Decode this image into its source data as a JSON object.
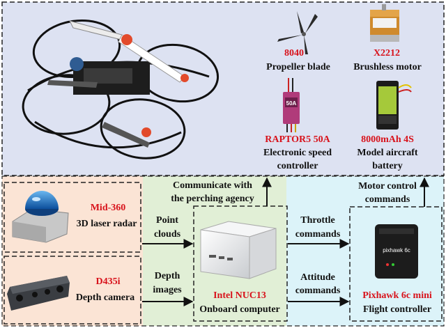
{
  "components": {
    "propeller": {
      "model": "8040",
      "name": "Propeller blade"
    },
    "motor": {
      "model": "X2212",
      "name": "Brushless motor"
    },
    "esc": {
      "model": "RAPTOR5 50A",
      "name_line1": "Electronic speed",
      "name_line2": "controller",
      "label_on_esc": "50A"
    },
    "battery": {
      "model": "8000mAh 4S",
      "name_line1": "Model aircraft",
      "name_line2": "battery"
    }
  },
  "sensors": {
    "lidar": {
      "model": "Mid-360",
      "name": "3D laser radar"
    },
    "camera": {
      "model": "D435i",
      "name": "Depth camera"
    }
  },
  "computer": {
    "model": "Intel NUC13",
    "name": "Onboard computer"
  },
  "flight_controller": {
    "model": "Pixhawk 6c mini",
    "name": "Flight controller",
    "brand_text": "pixhawk 6c"
  },
  "arrows": {
    "point_clouds": [
      "Point",
      "clouds"
    ],
    "depth_images": [
      "Depth",
      "images"
    ],
    "throttle": [
      "Throttle",
      "commands"
    ],
    "attitude": [
      "Attitude",
      "commands"
    ],
    "communicate": [
      "Communicate with",
      "the perching agency"
    ],
    "motor_control": [
      "Motor control",
      "commands"
    ]
  },
  "colors": {
    "top_panel": "#dde2f2",
    "sensor_panel": "#fbe4d5",
    "computer_panel": "#e1efd6",
    "controller_panel": "#dcf3f9",
    "accent_red": "#d8121b"
  }
}
